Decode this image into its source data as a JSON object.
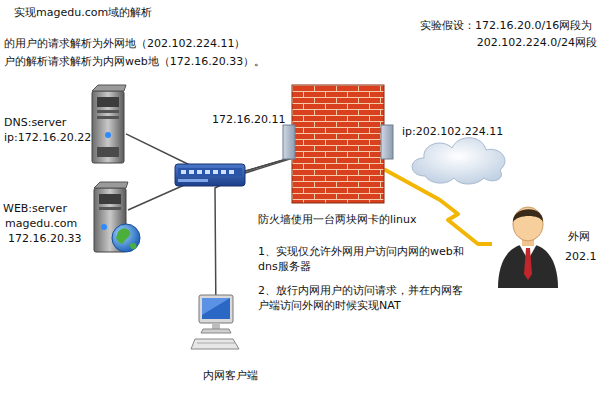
{
  "diagram": {
    "nodes": [
      {
        "text": [
          "DNS:server",
          "ip:172.16.20.22"
        ]
      },
      {
        "text": [
          "WEB:server",
          "magedu.com",
          "172.16.20.33"
        ]
      },
      {
        "text": [
          "172.16.20.11",
          "ip:202.102.224.11"
        ]
      },
      {
        "text": [
          "内网客户端"
        ]
      },
      {
        "text": [
          "外网",
          "202.1"
        ]
      }
    ],
    "edges": [
      {
        "from": 0,
        "to": 2,
        "arrow": "none"
      },
      {
        "from": 1,
        "to": 2,
        "arrow": "none"
      },
      {
        "from": 3,
        "to": 2,
        "arrow": "none"
      },
      {
        "from": 2,
        "to": 4,
        "arrow": "none"
      }
    ],
    "labels": [
      "实现magedu.com域的解析",
      "的用户的请求解析为外网地（202.102.224.11）",
      "户的解析请求解析为内网web地（172.16.20.33）。",
      "实验假设：172.16.20.0/16网段为",
      "202.102.224.0/24网段",
      "防火墙使用一台两块网卡的linux",
      "1、实现仅允许外网用户访问内网的web和 dns服务器",
      "2、放行内网用户的访问请求，并在内网客 户端访问外网的时候实现NAT"
    ]
  }
}
